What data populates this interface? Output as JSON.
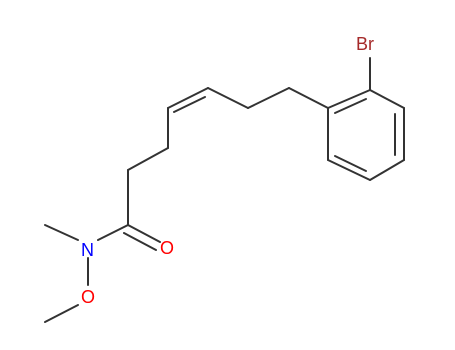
{
  "molecule": {
    "atoms": {
      "br": {
        "symbol": "Br",
        "color": "#a52a2a"
      },
      "o_carbonyl": {
        "symbol": "O",
        "color": "#ff0000"
      },
      "n": {
        "symbol": "N",
        "color": "#0000ff"
      },
      "o_methoxy": {
        "symbol": "O",
        "color": "#ff0000"
      }
    },
    "bond_color": "#333333"
  }
}
